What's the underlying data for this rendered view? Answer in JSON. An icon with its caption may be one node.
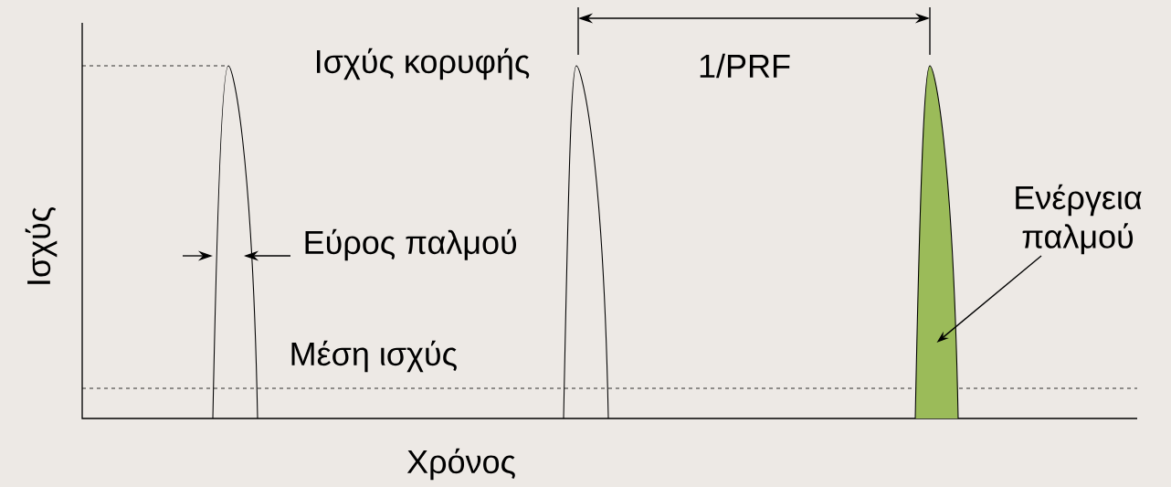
{
  "diagram": {
    "nodes": [
      {
        "text": [
          "Ενέργεια παλμού"
        ]
      },
      {
        "text": [],
        "shape": "pulse"
      }
    ],
    "edges": [
      {
        "from": 0,
        "to": 1,
        "arrow": "to"
      }
    ],
    "labels": [
      "1/PRF",
      "Ισχύς κορυφής",
      "Ισχύς",
      "Εύρος παλμού",
      "Μέση ισχύς",
      "Χρόνος"
    ]
  }
}
